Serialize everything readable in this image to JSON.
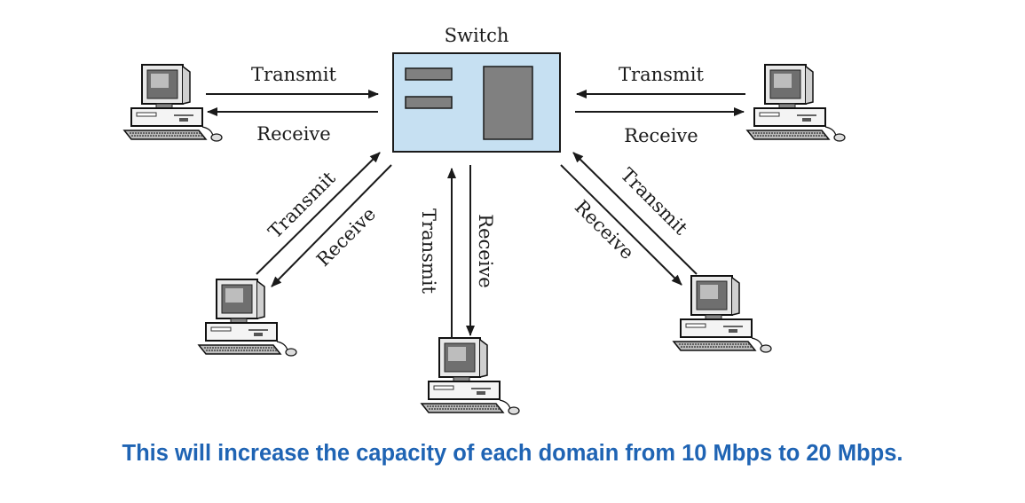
{
  "diagram": {
    "switch_label": "Switch",
    "links": {
      "left_top": {
        "transmit": "Transmit",
        "receive": "Receive"
      },
      "right_top": {
        "transmit": "Transmit",
        "receive": "Receive"
      },
      "lower_left": {
        "transmit": "Transmit",
        "receive": "Receive"
      },
      "bottom": {
        "transmit": "Transmit",
        "receive": "Receive"
      },
      "lower_right": {
        "transmit": "Transmit",
        "receive": "Receive"
      }
    }
  },
  "caption": "This will increase the capacity of each domain from 10 Mbps to 20 Mbps.",
  "colors": {
    "switch_fill": "#c6e0f2",
    "switch_port": "#808080",
    "caption": "#1f64b4",
    "line": "#1a1a1a"
  }
}
